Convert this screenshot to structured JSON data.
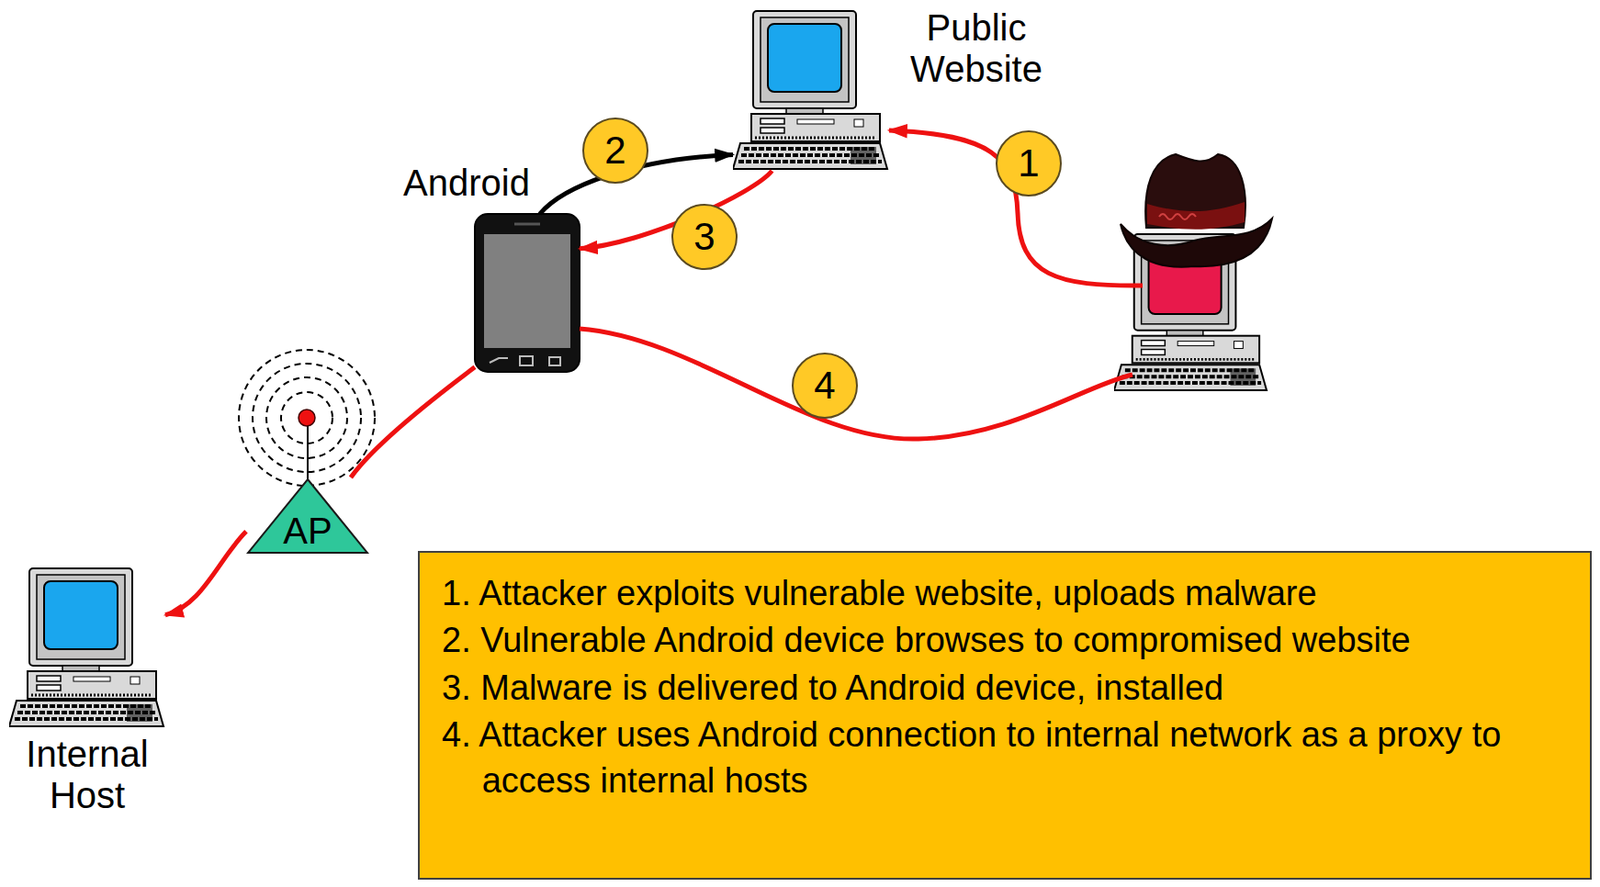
{
  "diagram": {
    "nodes": [
      {
        "text": [
          "Public Website"
        ]
      },
      {
        "text": [
          "Android"
        ]
      },
      {
        "text": [
          "AP"
        ]
      },
      {
        "text": [
          "Internal Host"
        ]
      },
      {
        "text": [
          "1. Attacker exploits vulnerable website, uploads malware",
          "2. Vulnerable Android device browses to compromised website",
          "3. Malware is delivered to Android device, installed",
          "4. Attacker uses Android connection to internal network as a proxy to access internal hosts"
        ]
      }
    ],
    "edges": [
      {
        "from": 1,
        "to": 0,
        "arrow": "to"
      },
      {
        "from": 0,
        "to": 1,
        "arrow": "to"
      },
      {
        "from": 1,
        "to": 2,
        "arrow": "none"
      },
      {
        "from": 2,
        "to": 3,
        "arrow": "to"
      }
    ],
    "labels": [
      "1",
      "2",
      "3",
      "4"
    ]
  }
}
